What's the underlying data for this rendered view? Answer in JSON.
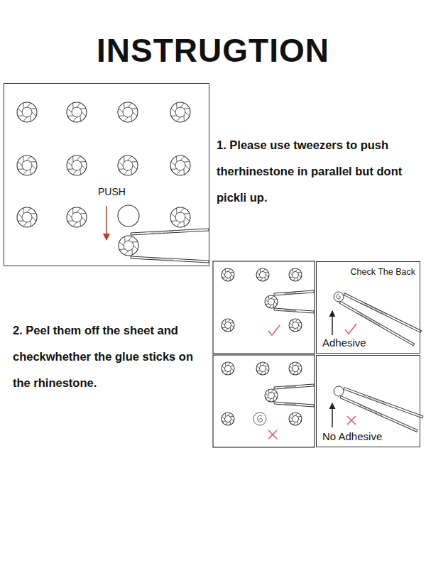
{
  "diagram": {
    "title": "INSTRUGTION",
    "nodes": [
      {
        "text": [
          "PUSH"
        ]
      },
      {
        "text": [
          "Check The Back",
          "Adhesive"
        ]
      },
      {
        "text": [
          "No Adhesive"
        ]
      }
    ],
    "labels": [
      "1. Please use tweezers to push therhinestone in parallel but dont pickli up.",
      "2. Peel them off the sheet and checkwhether the glue sticks on the rhinestone."
    ]
  }
}
